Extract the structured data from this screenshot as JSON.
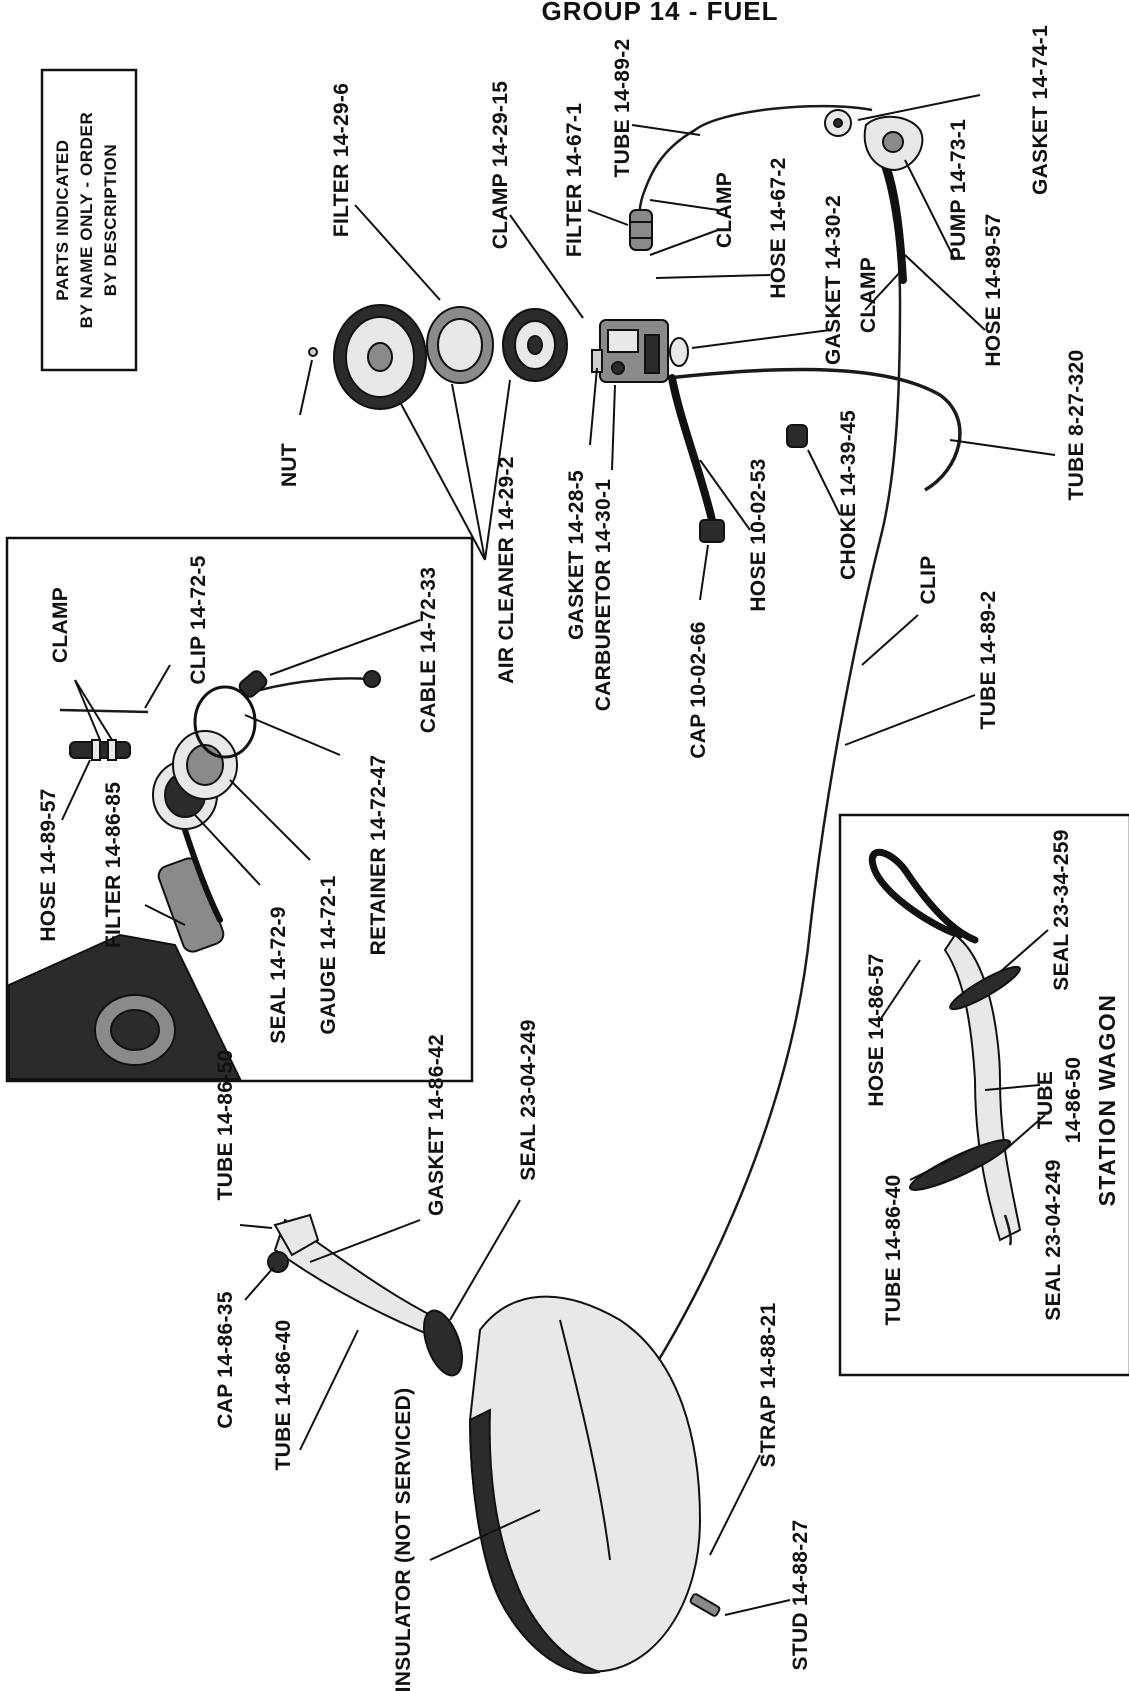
{
  "header": {
    "title": "GROUP 14 - FUEL"
  },
  "notice": {
    "line1": "PARTS INDICATED",
    "line2": "BY NAME ONLY - ORDER",
    "line3": "BY DESCRIPTION"
  },
  "labels": {
    "tube_14_89_2_top": "TUBE 14-89-2",
    "gasket_14_74_1": "GASKET 14-74-1",
    "filter_14_67_1": "FILTER 14-67-1",
    "clamp_upper": "CLAMP",
    "hose_14_67_2": "HOSE 14-67-2",
    "clamp_14_29_15": "CLAMP 14-29-15",
    "filter_14_29_6": "FILTER 14-29-6",
    "pump_14_73_1": "PUMP 14-73-1",
    "gasket_14_30_2": "GASKET 14-30-2",
    "clamp_pump": "CLAMP",
    "hose_14_89_57": "HOSE 14-89-57",
    "nut": "NUT",
    "tube_8_27_320": "TUBE 8-27-320",
    "choke_14_39_45": "CHOKE 14-39-45",
    "hose_10_02_53": "HOSE 10-02-53",
    "gasket_14_28_5": "GASKET 14-28-5",
    "carburetor_14_30_1": "CARBURETOR 14-30-1",
    "air_cleaner_14_29_2": "AIR CLEANER 14-29-2",
    "cap_10_02_66": "CAP 10-02-66",
    "clip": "CLIP",
    "tube_14_89_2_mid": "TUBE 14-89-2",
    "inset_clamp": "CLAMP",
    "clip_14_72_5": "CLIP 14-72-5",
    "cable_14_72_33": "CABLE 14-72-33",
    "retainer_14_72_47": "RETAINER 14-72-47",
    "hose_14_89_57_inset": "HOSE 14-89-57",
    "filter_14_86_85": "FILTER 14-86-85",
    "seal_14_72_9": "SEAL 14-72-9",
    "gauge_14_72_1": "GAUGE 14-72-1",
    "tube_14_86_50": "TUBE 14-86-50",
    "gasket_14_86_42": "GASKET 14-86-42",
    "seal_23_04_249": "SEAL 23-04-249",
    "cap_14_86_35": "CAP 14-86-35",
    "tube_14_86_40": "TUBE 14-86-40",
    "insulator": "INSULATOR (NOT SERVICED)",
    "strap_14_88_21": "STRAP 14-88-21",
    "stud_14_88_27": "STUD 14-88-27"
  },
  "station_wagon": {
    "caption": "STATION WAGON",
    "seal_23_34_259": "SEAL 23-34-259",
    "hose_14_86_57": "HOSE 14-86-57",
    "tube_14_86_50_a": "TUBE",
    "tube_14_86_50_b": "14-86-50",
    "tube_14_86_40": "TUBE 14-86-40",
    "seal_23_04_249": "SEAL 23-04-249"
  }
}
